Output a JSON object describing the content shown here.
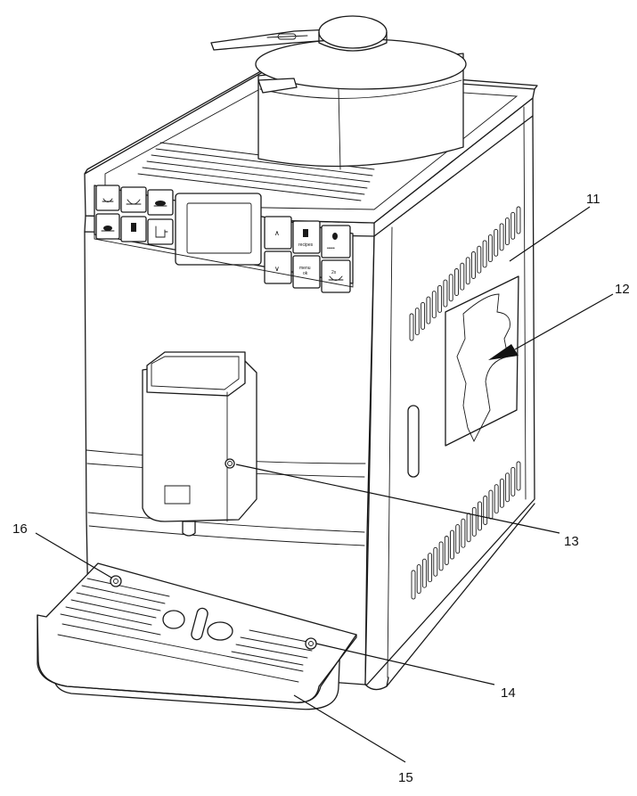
{
  "callouts": [
    {
      "id": "11",
      "text": "11"
    },
    {
      "id": "12",
      "text": "12"
    },
    {
      "id": "13",
      "text": "13"
    },
    {
      "id": "14",
      "text": "14"
    },
    {
      "id": "15",
      "text": "15"
    },
    {
      "id": "16",
      "text": "16"
    }
  ],
  "panel": {
    "recipes": "recipes",
    "menu": "menu",
    "ok": "ok",
    "two_x": "2x",
    "up": "∧",
    "down": "∨",
    "dots": "•••••"
  }
}
